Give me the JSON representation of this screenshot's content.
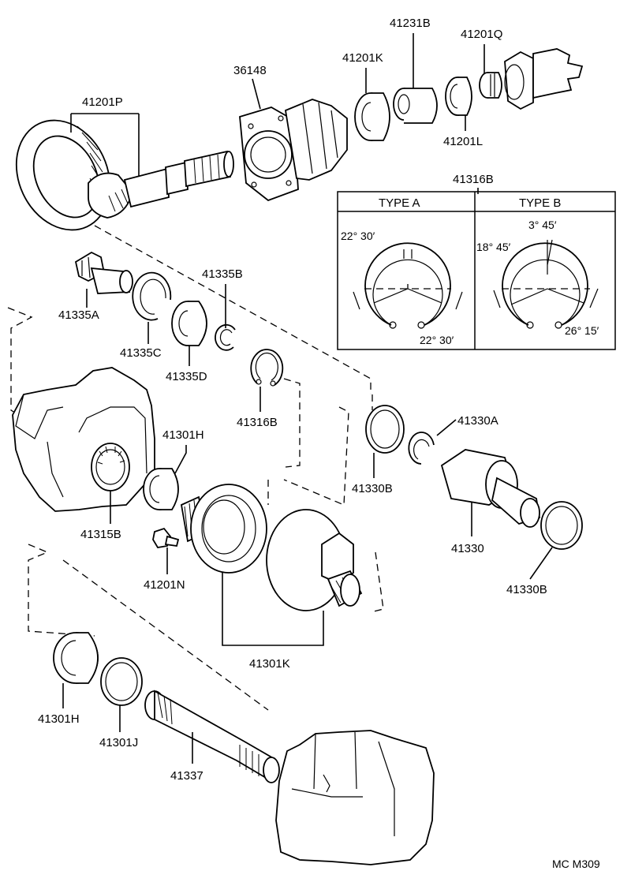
{
  "labels": {
    "p41201P": "41201P",
    "p36148": "36148",
    "p41201K": "41201K",
    "p41231B": "41231B",
    "p41201Q": "41201Q",
    "p41201L": "41201L",
    "p41335A": "41335A",
    "p41335B": "41335B",
    "p41335C": "41335C",
    "p41335D": "41335D",
    "p41316B_top": "41316B",
    "p41316B": "41316B",
    "p41301H_a": "41301H",
    "p41315B": "41315B",
    "p41201N": "41201N",
    "p41330B_a": "41330B",
    "p41330A": "41330A",
    "p41330": "41330",
    "p41330B_b": "41330B",
    "p41301K": "41301K",
    "p41301H_b": "41301H",
    "p41301J": "41301J",
    "p41337": "41337",
    "code": "MC  M309"
  },
  "snap_ring_box": {
    "type_a": {
      "title": "TYPE A",
      "angle_top": "22° 30′",
      "angle_bottom": "22° 30′"
    },
    "type_b": {
      "title": "TYPE B",
      "angle_top": "3° 45′",
      "angle_left": "18° 45′",
      "angle_bottom": "26° 15′"
    }
  }
}
